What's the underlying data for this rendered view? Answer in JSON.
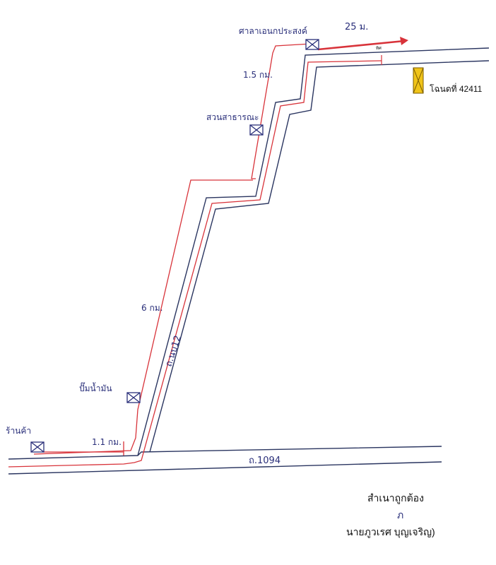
{
  "map": {
    "colors": {
      "road_line": "#2a3560",
      "route_line": "#d8333a",
      "label_ink": "#2a2f7a",
      "plot_fill": "#f0c419"
    },
    "landmarks": [
      {
        "name": "ศาลาเอนกประสงค์",
        "icon": "landmark-box-icon"
      },
      {
        "name": "สวนสาธารณะ",
        "icon": "landmark-box-icon"
      },
      {
        "name": "ปั๊มน้ำมัน",
        "icon": "landmark-box-icon"
      },
      {
        "name": "ร้านค้า",
        "icon": "landmark-box-icon"
      }
    ],
    "distances": {
      "top_segment": "25 ม.",
      "upper_segment": "1.5 กม.",
      "middle_segment": "6 กม.",
      "lower_segment": "1.1 กม."
    },
    "road_labels": {
      "diagonal_road": "ถ.นบ12",
      "bottom_road": "ถ.1094"
    },
    "plot": {
      "label": "โฉนดที่ 42411",
      "corner_mark": "ทิศ",
      "icon": "land-plot-icon"
    }
  },
  "certification": {
    "title": "สำเนาถูกต้อง",
    "signature": "ภ",
    "name": "นายภูวเรศ  บุญเจริญ)"
  }
}
